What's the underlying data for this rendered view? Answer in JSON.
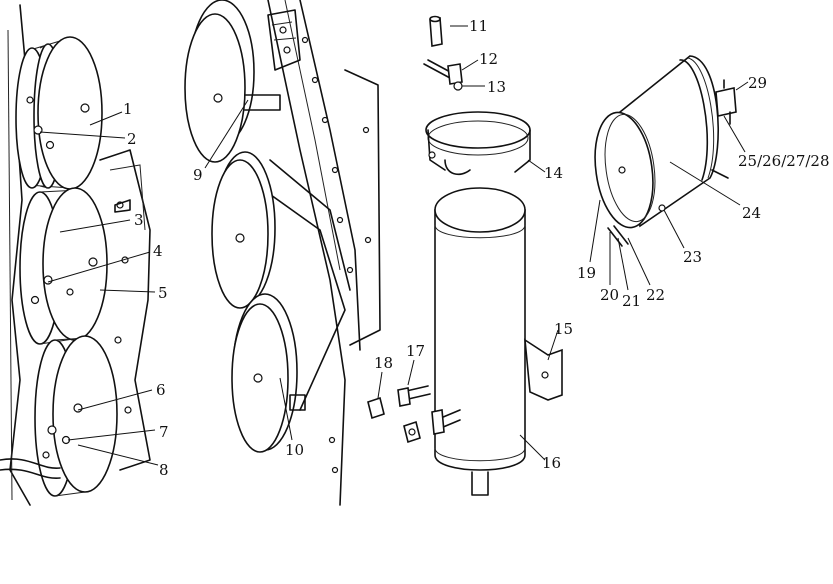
{
  "callouts": {
    "c1": "1",
    "c2": "2",
    "c3": "3",
    "c4": "4",
    "c5": "5",
    "c6": "6",
    "c7": "7",
    "c8": "8",
    "c9": "9",
    "c10": "10",
    "c11": "11",
    "c12": "12",
    "c13": "13",
    "c14": "14",
    "c15": "15",
    "c16": "16",
    "c17": "17",
    "c18": "18",
    "c19": "19",
    "c20": "20",
    "c21": "21",
    "c22": "22",
    "c23": "23",
    "c24": "24",
    "c25": "25/26/27/28",
    "c29": "29"
  }
}
